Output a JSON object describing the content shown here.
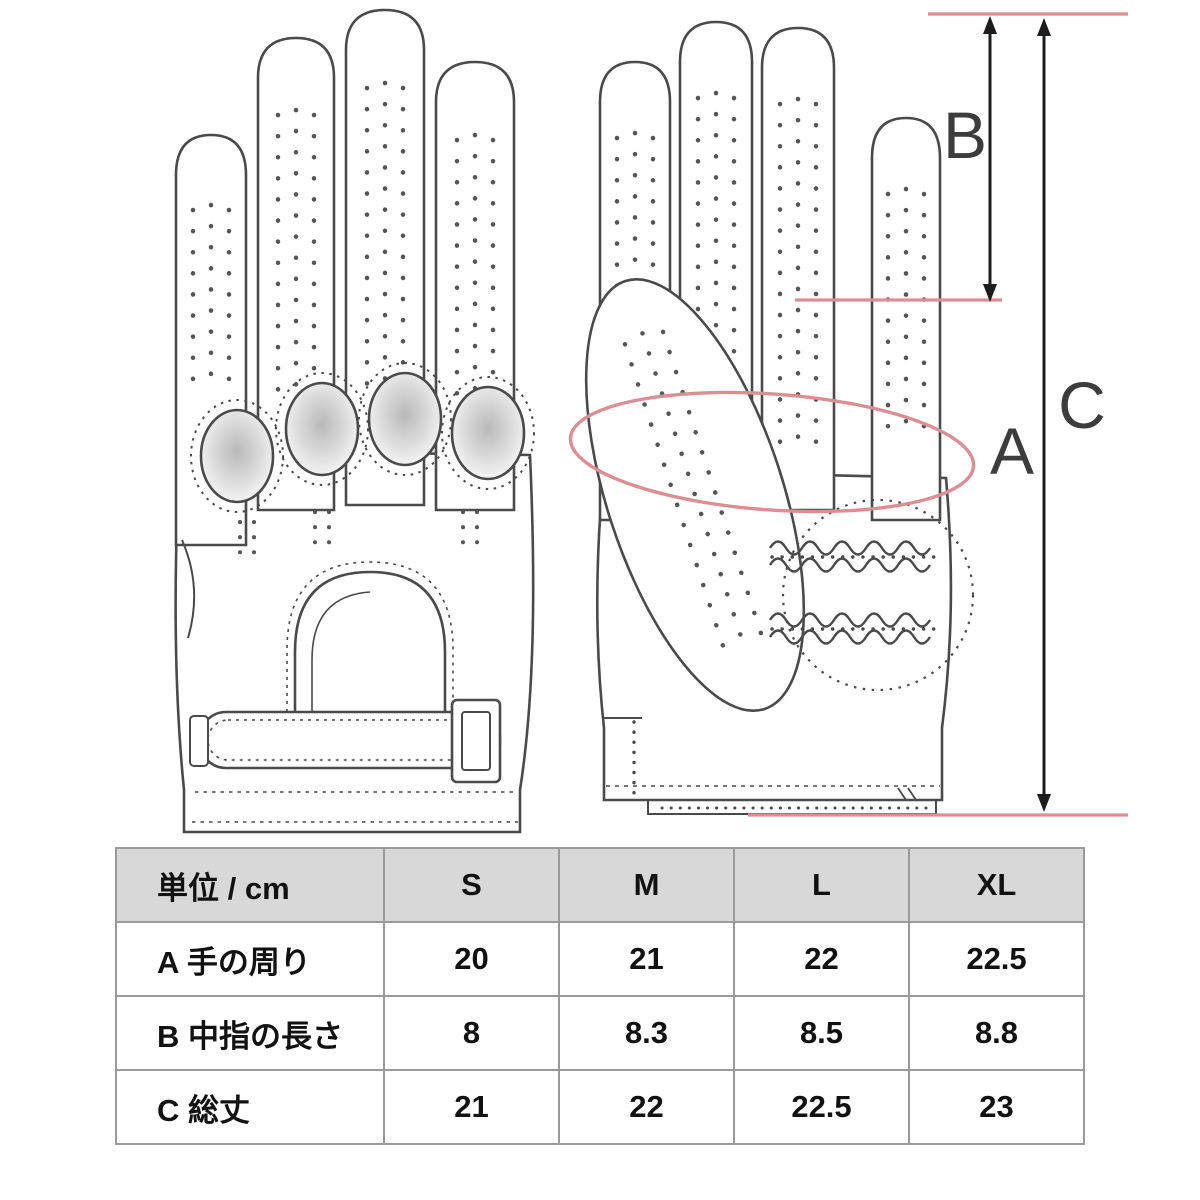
{
  "diagram": {
    "label_a": "A",
    "label_b": "B",
    "label_c": "C"
  },
  "table": {
    "header": [
      "単位 / cm",
      "S",
      "M",
      "L",
      "XL"
    ],
    "rows": [
      {
        "label": "A 手の周り",
        "values": [
          "20",
          "21",
          "22",
          "22.5"
        ]
      },
      {
        "label": "B 中指の長さ",
        "values": [
          "8",
          "8.3",
          "8.5",
          "8.8"
        ]
      },
      {
        "label": "C 総丈",
        "values": [
          "21",
          "22",
          "22.5",
          "23"
        ]
      }
    ]
  },
  "colors": {
    "measure_line_pink": "#d98f94",
    "sketch_line": "#4a4a4a",
    "table_header_bg": "#d8d8d8",
    "table_border": "#9a9a9a"
  }
}
